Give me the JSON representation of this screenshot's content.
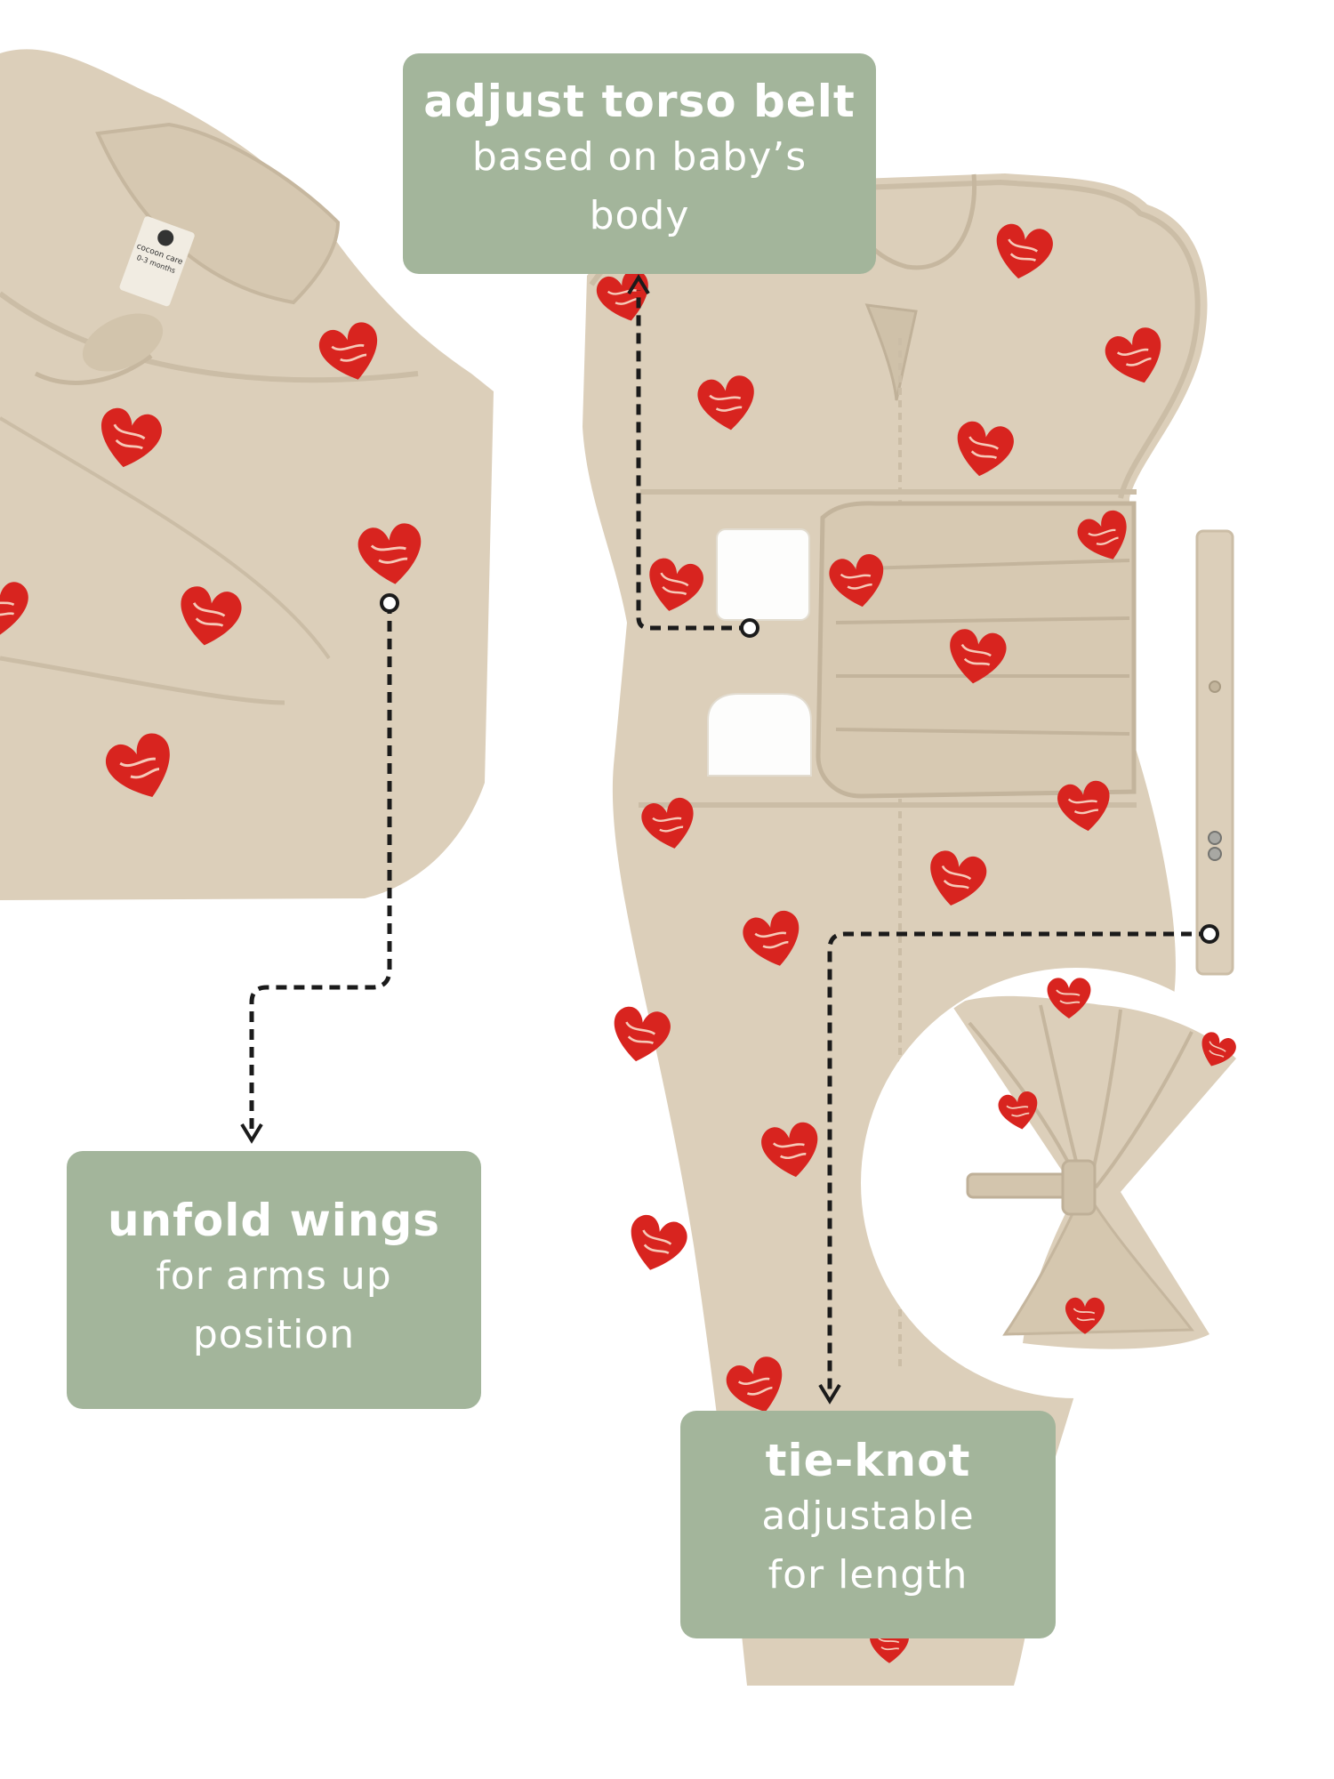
{
  "callouts": {
    "torso_belt": {
      "title": "adjust torso belt",
      "subtitle_line1": "based on baby’s",
      "subtitle_line2": "body"
    },
    "unfold_wings": {
      "title": "unfold wings",
      "subtitle_line1": "for arms up",
      "subtitle_line2": "position"
    },
    "tie_knot": {
      "title": "tie-knot",
      "subtitle_line1": "adjustable",
      "subtitle_line2": "for length"
    }
  },
  "brand_label": {
    "line1": "cocoon care",
    "line2": "0-3 months"
  },
  "colors": {
    "callout_bg": "#a3b59b",
    "callout_text": "#ffffff",
    "fabric": "#dccfba",
    "fabric_edge": "#cbbda6",
    "heart": "#d8241f",
    "leader_line": "#1b1b1b"
  }
}
